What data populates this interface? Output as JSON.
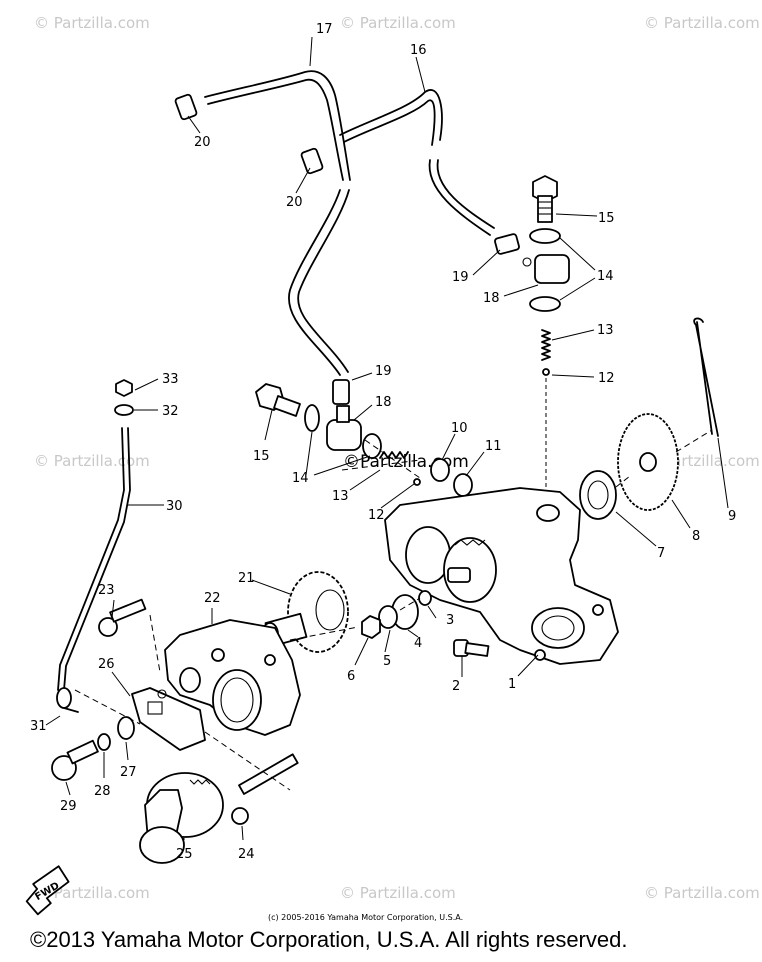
{
  "watermarks": [
    "© Partzilla.com",
    "© Partzilla.com",
    "© Partzilla.com",
    "© Partzilla.com",
    "© Partzilla.com",
    "© Partzilla.com",
    "© Partzilla.com",
    "© Partzilla.com"
  ],
  "center_watermark": "©Partzilla.com",
  "callouts": [
    "1",
    "2",
    "3",
    "4",
    "5",
    "6",
    "7",
    "8",
    "9",
    "10",
    "11",
    "12",
    "12",
    "13",
    "13",
    "14",
    "14",
    "15",
    "15",
    "16",
    "17",
    "18",
    "18",
    "19",
    "19",
    "20",
    "20",
    "21",
    "22",
    "23",
    "24",
    "25",
    "26",
    "27",
    "28",
    "29",
    "30",
    "31",
    "32",
    "33"
  ],
  "fwd_label": "FWD",
  "small_copyright": "(c) 2005-2016 Yamaha Motor Corporation, U.S.A.",
  "copyright": "©2013 Yamaha Motor Corporation, U.S.A. All rights reserved."
}
